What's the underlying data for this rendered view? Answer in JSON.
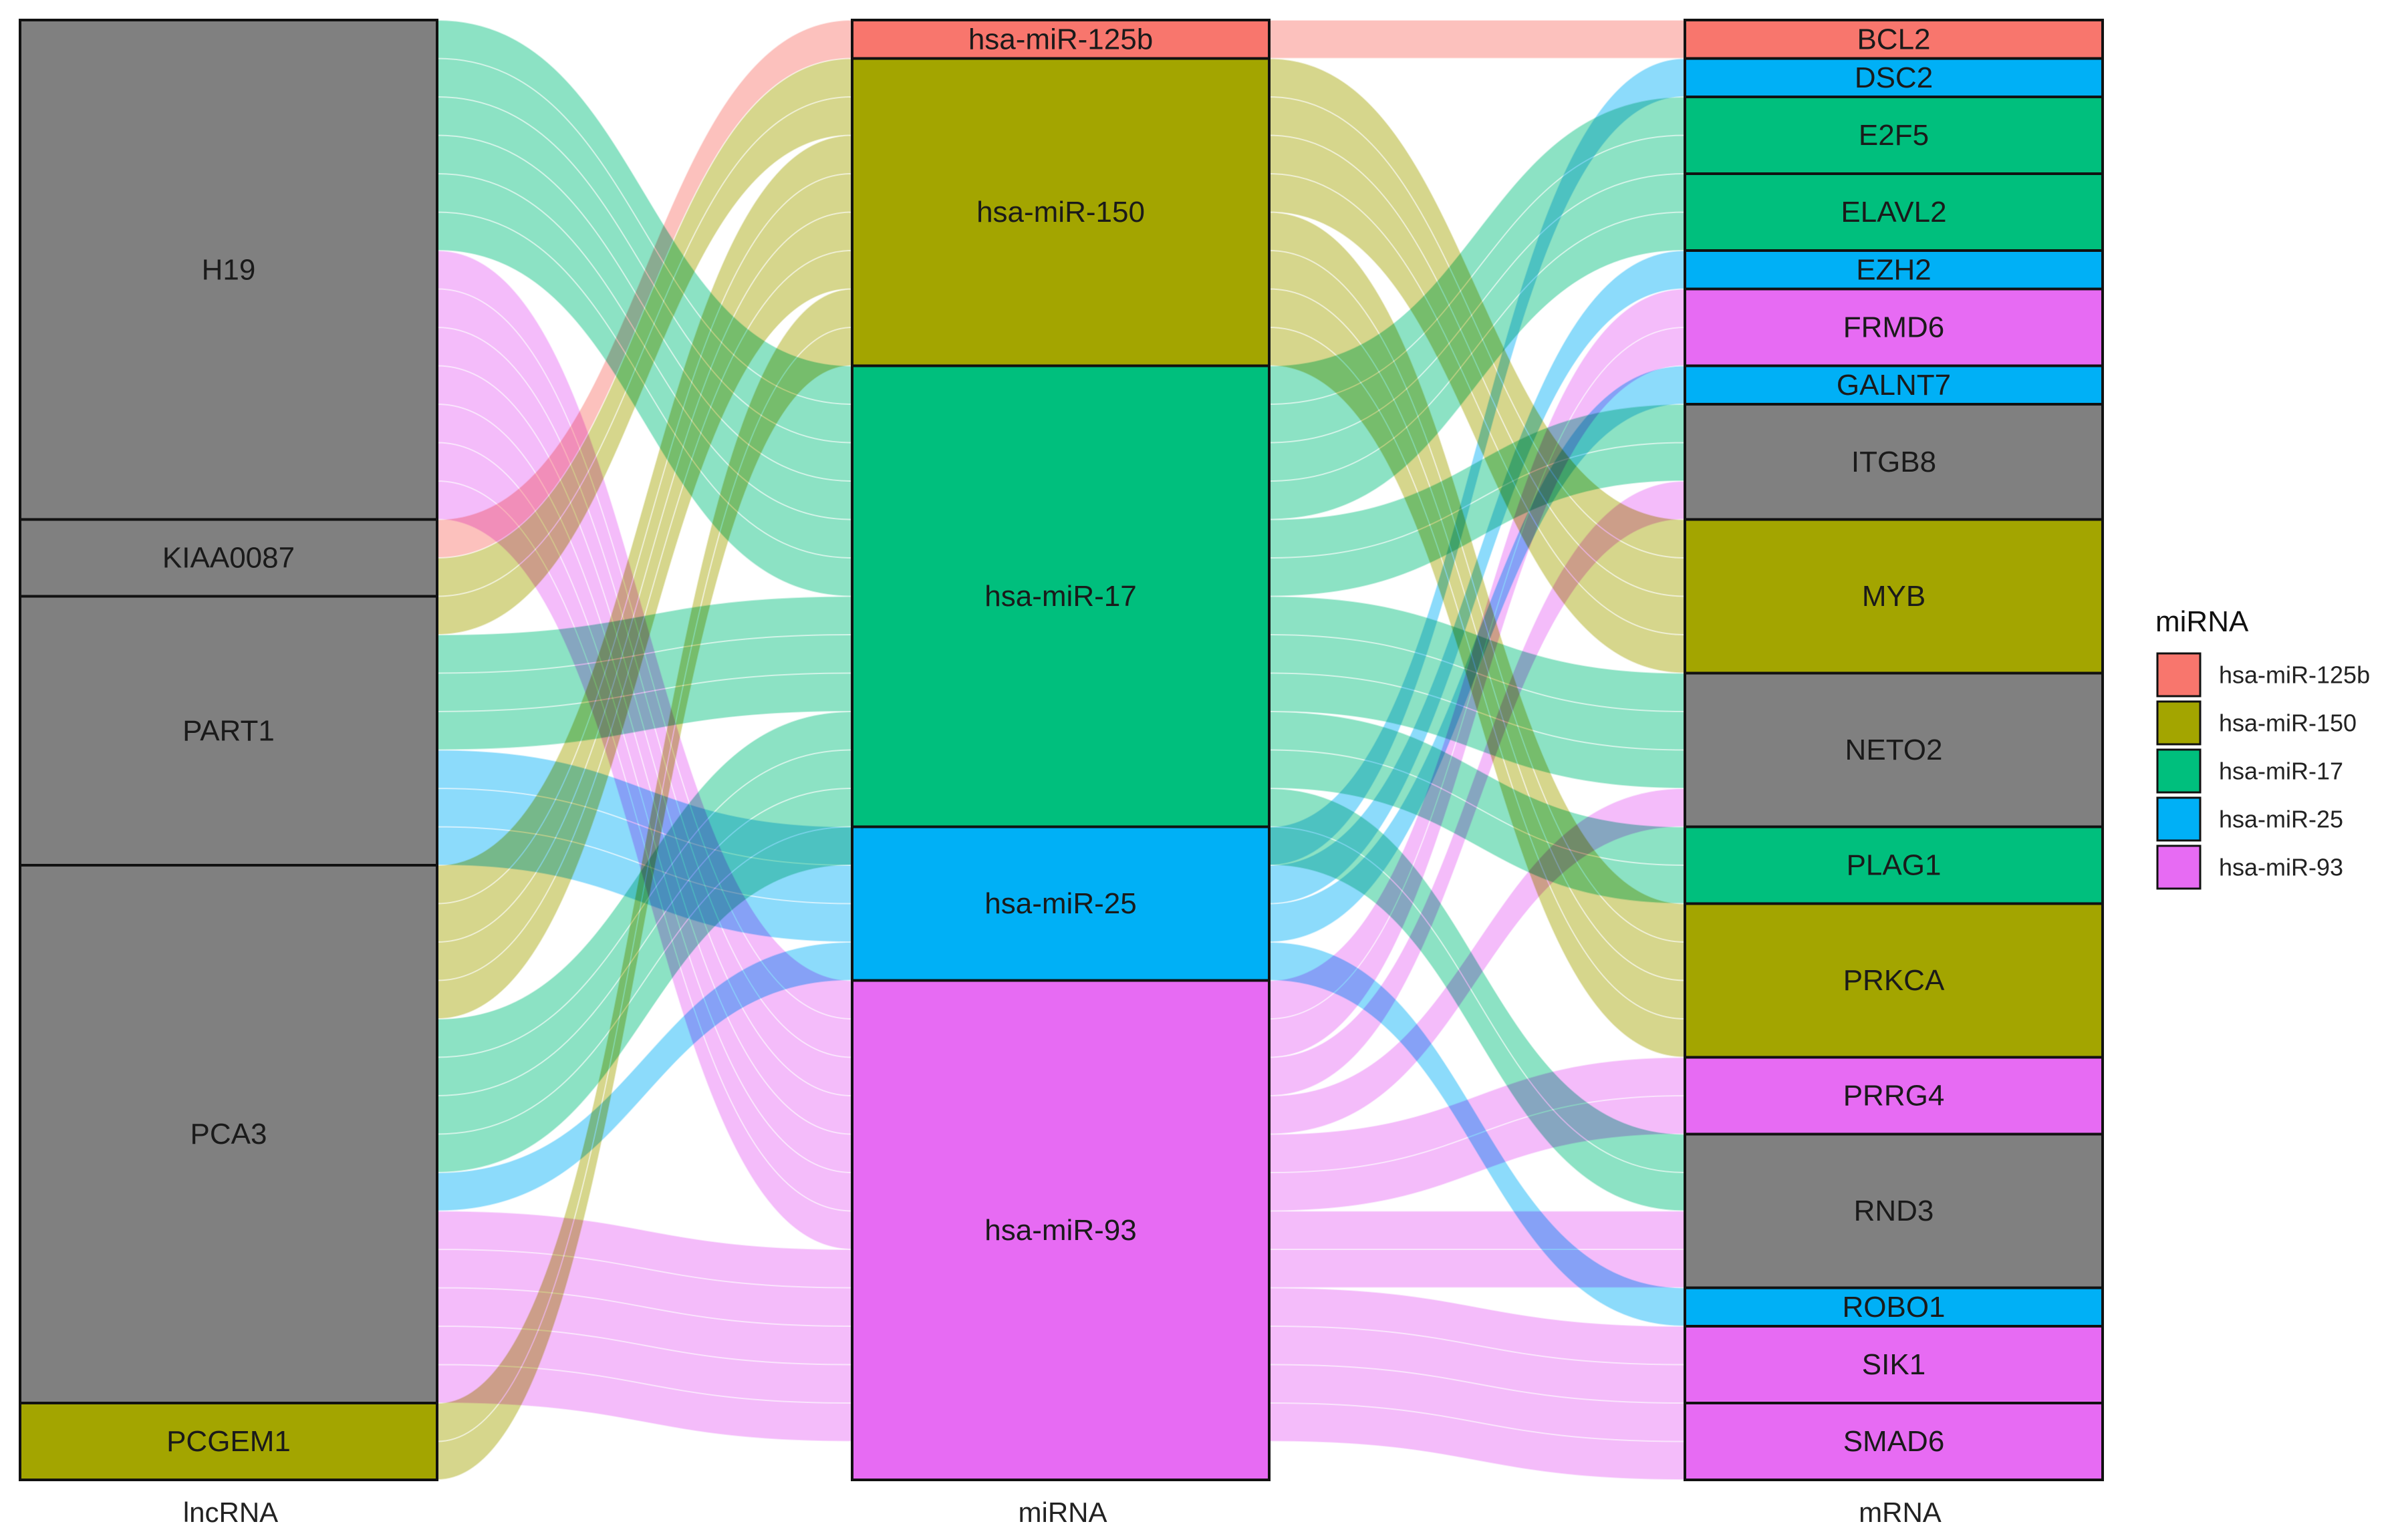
{
  "legend": {
    "title": "miRNA",
    "items": [
      {
        "label": "hsa-miR-125b",
        "color": "#F8766D"
      },
      {
        "label": "hsa-miR-150",
        "color": "#A3A500"
      },
      {
        "label": "hsa-miR-17",
        "color": "#00BF7D"
      },
      {
        "label": "hsa-miR-25",
        "color": "#00B0F6"
      },
      {
        "label": "hsa-miR-93",
        "color": "#E76BF3"
      }
    ]
  },
  "chart_data": {
    "type": "sankey",
    "axes": [
      "lncRNA",
      "miRNA",
      "mRNA"
    ],
    "color_by": "miRNA",
    "nodes": {
      "lncRNA": [
        {
          "name": "H19",
          "weight": 13
        },
        {
          "name": "KIAA0087",
          "weight": 2
        },
        {
          "name": "PART1",
          "weight": 7
        },
        {
          "name": "PCA3",
          "weight": 14
        },
        {
          "name": "PCGEM1",
          "weight": 2
        }
      ],
      "miRNA": [
        {
          "name": "hsa-miR-125b",
          "weight": 1
        },
        {
          "name": "hsa-miR-150",
          "weight": 8
        },
        {
          "name": "hsa-miR-17",
          "weight": 12
        },
        {
          "name": "hsa-miR-25",
          "weight": 4
        },
        {
          "name": "hsa-miR-93",
          "weight": 13
        }
      ],
      "mRNA": [
        {
          "name": "BCL2",
          "weight": 1
        },
        {
          "name": "DSC2",
          "weight": 1
        },
        {
          "name": "E2F5",
          "weight": 2
        },
        {
          "name": "ELAVL2",
          "weight": 2
        },
        {
          "name": "EZH2",
          "weight": 1
        },
        {
          "name": "FRMD6",
          "weight": 2
        },
        {
          "name": "GALNT7",
          "weight": 1
        },
        {
          "name": "ITGB8",
          "weight": 3
        },
        {
          "name": "MYB",
          "weight": 4
        },
        {
          "name": "NETO2",
          "weight": 4
        },
        {
          "name": "PLAG1",
          "weight": 2
        },
        {
          "name": "PRKCA",
          "weight": 4
        },
        {
          "name": "PRRG4",
          "weight": 2
        },
        {
          "name": "RND3",
          "weight": 4
        },
        {
          "name": "ROBO1",
          "weight": 1
        },
        {
          "name": "SIK1",
          "weight": 2
        },
        {
          "name": "SMAD6",
          "weight": 2
        }
      ]
    },
    "flows": [
      {
        "lncRNA": "H19",
        "miRNA": "hsa-miR-17",
        "mRNA": "E2F5",
        "value": 1
      },
      {
        "lncRNA": "H19",
        "miRNA": "hsa-miR-17",
        "mRNA": "ELAVL2",
        "value": 1
      },
      {
        "lncRNA": "H19",
        "miRNA": "hsa-miR-17",
        "mRNA": "ITGB8",
        "value": 1
      },
      {
        "lncRNA": "H19",
        "miRNA": "hsa-miR-17",
        "mRNA": "NETO2",
        "value": 1
      },
      {
        "lncRNA": "H19",
        "miRNA": "hsa-miR-17",
        "mRNA": "PLAG1",
        "value": 1
      },
      {
        "lncRNA": "H19",
        "miRNA": "hsa-miR-17",
        "mRNA": "RND3",
        "value": 1
      },
      {
        "lncRNA": "H19",
        "miRNA": "hsa-miR-93",
        "mRNA": "FRMD6",
        "value": 1
      },
      {
        "lncRNA": "H19",
        "miRNA": "hsa-miR-93",
        "mRNA": "ITGB8",
        "value": 1
      },
      {
        "lncRNA": "H19",
        "miRNA": "hsa-miR-93",
        "mRNA": "NETO2",
        "value": 1
      },
      {
        "lncRNA": "H19",
        "miRNA": "hsa-miR-93",
        "mRNA": "PRRG4",
        "value": 1
      },
      {
        "lncRNA": "H19",
        "miRNA": "hsa-miR-93",
        "mRNA": "RND3",
        "value": 1
      },
      {
        "lncRNA": "H19",
        "miRNA": "hsa-miR-93",
        "mRNA": "SIK1",
        "value": 1
      },
      {
        "lncRNA": "H19",
        "miRNA": "hsa-miR-93",
        "mRNA": "SMAD6",
        "value": 1
      },
      {
        "lncRNA": "KIAA0087",
        "miRNA": "hsa-miR-125b",
        "mRNA": "BCL2",
        "value": 1
      },
      {
        "lncRNA": "KIAA0087",
        "miRNA": "hsa-miR-150",
        "mRNA": "MYB",
        "value": 1
      },
      {
        "lncRNA": "PART1",
        "miRNA": "hsa-miR-150",
        "mRNA": "PRKCA",
        "value": 1
      },
      {
        "lncRNA": "PART1",
        "miRNA": "hsa-miR-17",
        "mRNA": "E2F5",
        "value": 1
      },
      {
        "lncRNA": "PART1",
        "miRNA": "hsa-miR-17",
        "mRNA": "ELAVL2",
        "value": 1
      },
      {
        "lncRNA": "PART1",
        "miRNA": "hsa-miR-17",
        "mRNA": "NETO2",
        "value": 1
      },
      {
        "lncRNA": "PART1",
        "miRNA": "hsa-miR-25",
        "mRNA": "DSC2",
        "value": 1
      },
      {
        "lncRNA": "PART1",
        "miRNA": "hsa-miR-25",
        "mRNA": "EZH2",
        "value": 1
      },
      {
        "lncRNA": "PART1",
        "miRNA": "hsa-miR-25",
        "mRNA": "ROBO1",
        "value": 1
      },
      {
        "lncRNA": "PCA3",
        "miRNA": "hsa-miR-150",
        "mRNA": "MYB",
        "value": 1
      },
      {
        "lncRNA": "PCA3",
        "miRNA": "hsa-miR-150",
        "mRNA": "MYB",
        "value": 1
      },
      {
        "lncRNA": "PCA3",
        "miRNA": "hsa-miR-150",
        "mRNA": "PRKCA",
        "value": 1
      },
      {
        "lncRNA": "PCA3",
        "miRNA": "hsa-miR-150",
        "mRNA": "PRKCA",
        "value": 1
      },
      {
        "lncRNA": "PCA3",
        "miRNA": "hsa-miR-17",
        "mRNA": "ITGB8",
        "value": 1
      },
      {
        "lncRNA": "PCA3",
        "miRNA": "hsa-miR-17",
        "mRNA": "NETO2",
        "value": 1
      },
      {
        "lncRNA": "PCA3",
        "miRNA": "hsa-miR-17",
        "mRNA": "PLAG1",
        "value": 1
      },
      {
        "lncRNA": "PCA3",
        "miRNA": "hsa-miR-17",
        "mRNA": "RND3",
        "value": 1
      },
      {
        "lncRNA": "PCA3",
        "miRNA": "hsa-miR-25",
        "mRNA": "GALNT7",
        "value": 1
      },
      {
        "lncRNA": "PCA3",
        "miRNA": "hsa-miR-93",
        "mRNA": "FRMD6",
        "value": 1
      },
      {
        "lncRNA": "PCA3",
        "miRNA": "hsa-miR-93",
        "mRNA": "PRRG4",
        "value": 1
      },
      {
        "lncRNA": "PCA3",
        "miRNA": "hsa-miR-93",
        "mRNA": "RND3",
        "value": 1
      },
      {
        "lncRNA": "PCA3",
        "miRNA": "hsa-miR-93",
        "mRNA": "SIK1",
        "value": 1
      },
      {
        "lncRNA": "PCA3",
        "miRNA": "hsa-miR-93",
        "mRNA": "SMAD6",
        "value": 1
      },
      {
        "lncRNA": "PCGEM1",
        "miRNA": "hsa-miR-150",
        "mRNA": "MYB",
        "value": 1
      },
      {
        "lncRNA": "PCGEM1",
        "miRNA": "hsa-miR-150",
        "mRNA": "PRKCA",
        "value": 1
      }
    ]
  }
}
